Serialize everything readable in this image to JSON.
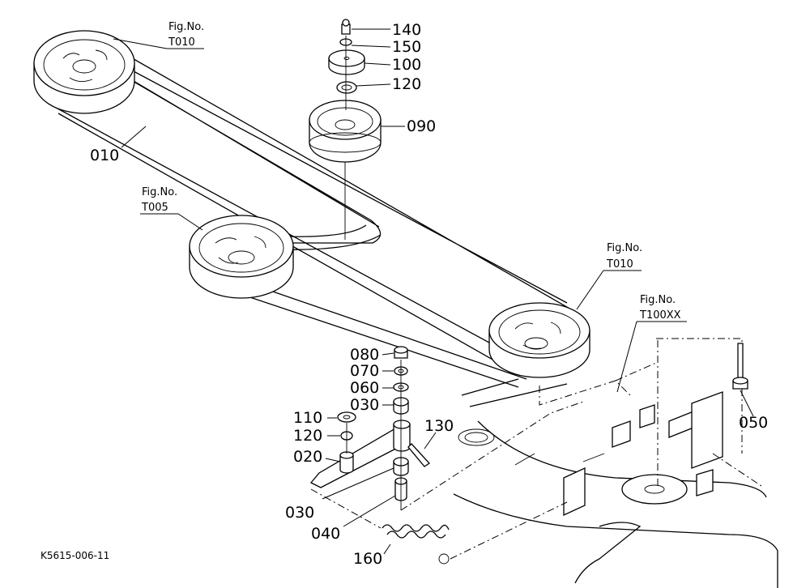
{
  "diagram_code": "K5615-006-11",
  "figure_refs": {
    "top_left": {
      "line1": "Fig.No.",
      "line2": "T010"
    },
    "middle_left": {
      "line1": "Fig.No.",
      "line2": "T005"
    },
    "right": {
      "line1": "Fig.No.",
      "line2": "T010"
    },
    "deck": {
      "line1": "Fig.No.",
      "line2": "T100XX"
    }
  },
  "part_numbers": {
    "p140": "140",
    "p150": "150",
    "p100": "100",
    "p120_top": "120",
    "p090": "090",
    "p010": "010",
    "p080": "080",
    "p070": "070",
    "p060": "060",
    "p030_upper": "030",
    "p110": "110",
    "p120_lower": "120",
    "p130": "130",
    "p020": "020",
    "p030_lower": "030",
    "p040": "040",
    "p050": "050",
    "p160": "160"
  }
}
